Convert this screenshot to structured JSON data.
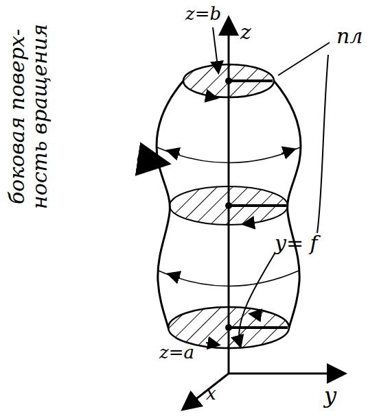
{
  "diagram": {
    "labels": [
      "z=b",
      "z",
      "пл",
      "y= f",
      "z=a",
      "y",
      "x",
      "боковая поверх- ность вращения"
    ]
  }
}
